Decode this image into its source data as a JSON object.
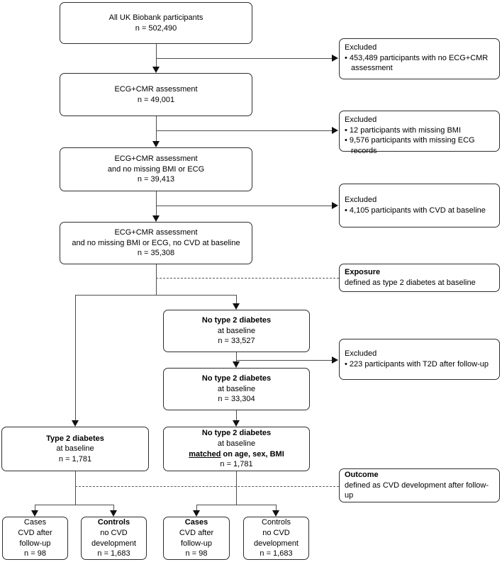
{
  "boxes": {
    "all_participants": {
      "line1": "All UK Biobank participants",
      "count": "n = 502,490"
    },
    "ecg_cmr": {
      "line1": "ECG+CMR assessment",
      "count": "n = 49,001"
    },
    "ecg_cmr_complete": {
      "line1": "ECG+CMR assessment",
      "line2": "and no missing BMI or ECG",
      "count": "n = 39,413"
    },
    "ecg_cmr_no_cvd": {
      "line1": "ECG+CMR assessment",
      "line2": "and no missing BMI or ECG, no CVD at baseline",
      "count": "n = 35,308"
    },
    "no_t2d_baseline": {
      "title": "No type 2 diabetes",
      "line2": "at baseline",
      "count": "n = 33,527"
    },
    "no_t2d_after_followup": {
      "title": "No type 2 diabetes",
      "line2": "at baseline",
      "count": "n = 33,304"
    },
    "t2d_baseline": {
      "title": "Type 2 diabetes",
      "line2": "at baseline",
      "count": "n = 1,781"
    },
    "no_t2d_matched": {
      "title": "No type 2 diabetes",
      "line2": "at baseline",
      "matched_word": "matched",
      "matched_rest": " on age, sex, BMI",
      "count": "n = 1,781"
    },
    "cases_t2d": {
      "title": "Cases",
      "line2": "CVD after",
      "line3": "follow-up",
      "count": "n = 98"
    },
    "controls_t2d": {
      "title": "Controls",
      "line2": "no CVD",
      "line3": "development",
      "count": "n = 1,683"
    },
    "cases_matched": {
      "title": "Cases",
      "line2": "CVD after",
      "line3": "follow-up",
      "count": "n = 98"
    },
    "controls_matched": {
      "title": "Controls",
      "line2": "no CVD",
      "line3": "development",
      "count": "n = 1,683"
    }
  },
  "excluded": {
    "no_assessment": {
      "title": "Excluded",
      "bullet1": "• 453,489 participants with no ECG+CMR assessment"
    },
    "missing_data": {
      "title": "Excluded",
      "bullet1": "• 12 participants with missing BMI",
      "bullet2": "• 9,576 participants with missing ECG records"
    },
    "cvd_at_baseline": {
      "title": "Excluded",
      "bullet1": "• 4,105 participants with CVD at baseline"
    },
    "t2d_after_followup": {
      "title": "Excluded",
      "bullet1": "• 223 participants with T2D after follow-up"
    }
  },
  "annotations": {
    "exposure": {
      "title": "Exposure",
      "text": "defined as type 2 diabetes at baseline"
    },
    "outcome": {
      "title": "Outcome",
      "text": "defined as CVD development after follow-up"
    }
  },
  "colors": {
    "background": "#ffffff",
    "box_border": "#2e2e2e",
    "connector_line": "#4d4d4d",
    "arrowhead": "#111111",
    "text": "#000000"
  }
}
